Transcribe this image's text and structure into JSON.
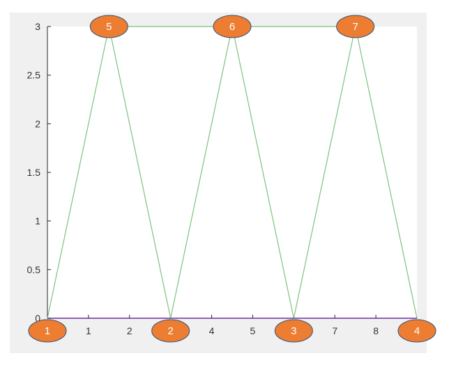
{
  "chart_data": {
    "type": "line",
    "title": "",
    "xlabel": "",
    "ylabel": "",
    "xlim": [
      0,
      9
    ],
    "ylim": [
      0,
      3
    ],
    "x_ticks": [
      "1",
      "2",
      "4",
      "5",
      "7",
      "8"
    ],
    "x_tick_values": [
      1,
      2,
      4,
      5,
      7,
      8
    ],
    "y_ticks": [
      "0",
      "0.5",
      "1",
      "1.5",
      "2",
      "2.5",
      "3"
    ],
    "y_tick_values": [
      0,
      0.5,
      1,
      1.5,
      2,
      2.5,
      3
    ],
    "grid": false,
    "legend": "none",
    "nodes": [
      {
        "label": "1",
        "x": 0,
        "y": 0
      },
      {
        "label": "2",
        "x": 3,
        "y": 0
      },
      {
        "label": "3",
        "x": 6,
        "y": 0
      },
      {
        "label": "4",
        "x": 9,
        "y": 0
      },
      {
        "label": "5",
        "x": 1.5,
        "y": 3
      },
      {
        "label": "6",
        "x": 4.5,
        "y": 3
      },
      {
        "label": "7",
        "x": 7.5,
        "y": 3
      }
    ],
    "edges": [
      {
        "from": "1",
        "to": "5",
        "color": "#7dc27d"
      },
      {
        "from": "5",
        "to": "2",
        "color": "#7dc27d"
      },
      {
        "from": "2",
        "to": "6",
        "color": "#7dc27d"
      },
      {
        "from": "6",
        "to": "3",
        "color": "#7dc27d"
      },
      {
        "from": "3",
        "to": "7",
        "color": "#7dc27d"
      },
      {
        "from": "7",
        "to": "4",
        "color": "#7dc27d"
      },
      {
        "from": "5",
        "to": "6",
        "color": "#7dc27d"
      },
      {
        "from": "6",
        "to": "7",
        "color": "#7dc27d"
      },
      {
        "from": "1",
        "to": "2",
        "color": "#7030a0"
      },
      {
        "from": "2",
        "to": "3",
        "color": "#7030a0"
      },
      {
        "from": "3",
        "to": "4",
        "color": "#7030a0"
      }
    ],
    "colors": {
      "figure_background": "#f0f0f0",
      "axes_background": "#ffffff",
      "node_fill": "#ed7d31",
      "node_stroke": "#2f4f7f",
      "node_text": "#ffffff"
    }
  }
}
